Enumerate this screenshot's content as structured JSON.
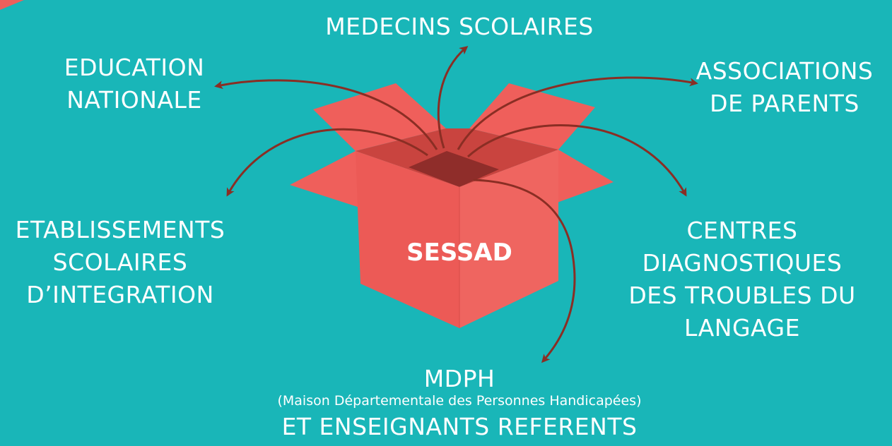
{
  "center": {
    "label": "SESSAD"
  },
  "nodes": {
    "medecins": {
      "lines": [
        "MEDECINS SCOLAIRES"
      ]
    },
    "education": {
      "lines": [
        "EDUCATION",
        "NATIONALE"
      ]
    },
    "associations": {
      "lines": [
        "ASSOCIATIONS",
        "DE PARENTS"
      ]
    },
    "etablissements": {
      "lines": [
        "ETABLISSEMENTS",
        "SCOLAIRES",
        "D’INTEGRATION"
      ]
    },
    "centres": {
      "lines": [
        "CENTRES",
        "DIAGNOSTIQUES",
        "DES TROUBLES DU",
        "LANGAGE"
      ]
    },
    "mdph": {
      "title": "MDPH",
      "subtitle": "(Maison Départementale des Personnes Handicapées)",
      "footer": "ET ENSEIGNANTS REFERENTS"
    }
  },
  "colors": {
    "background": "#19b6b8",
    "box": "#ef5f5b",
    "box_dark": "#c9443f",
    "arrow": "#8a2e24",
    "text": "#ffffff"
  }
}
